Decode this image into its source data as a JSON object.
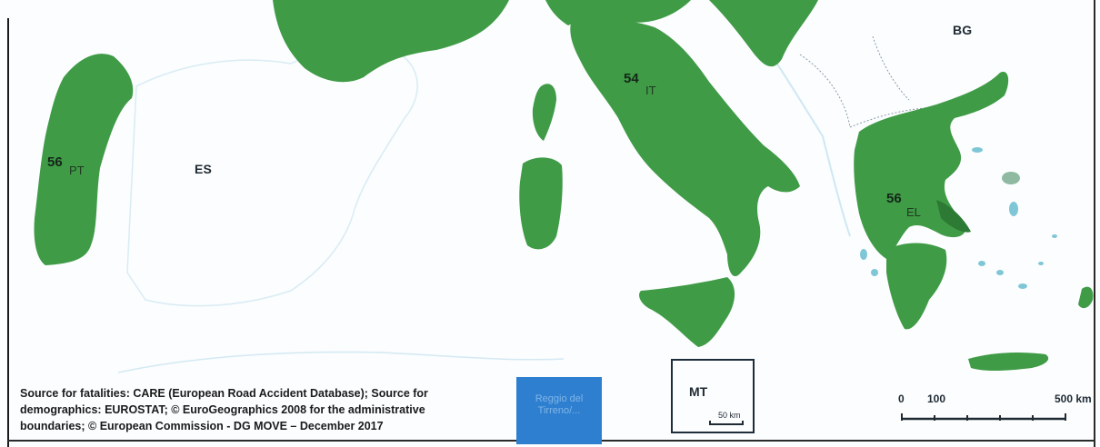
{
  "map": {
    "countries": [
      {
        "code": "PT",
        "value": "56",
        "highlighted": true
      },
      {
        "code": "ES",
        "value": "",
        "highlighted": false
      },
      {
        "code": "IT",
        "value": "54",
        "highlighted": true
      },
      {
        "code": "EL",
        "value": "56",
        "highlighted": true
      },
      {
        "code": "BG",
        "value": "",
        "highlighted": false
      },
      {
        "code": "MT",
        "value": "",
        "highlighted": false
      }
    ],
    "colors": {
      "highlight": "#3f9b45",
      "dark_highlight": "#2c7a33",
      "water": "#cfe8f2",
      "background": "#fbfdff",
      "legend_box": "#2f7fd0"
    },
    "source": {
      "line1": "Source for fatalities: CARE (European Road Accident Database); Source for",
      "line2": "demographics: EUROSTAT; © EuroGeographics 2008 for the administrative",
      "line3": "boundaries; © European Commission - DG MOVE – December 2017"
    },
    "legend_box": {
      "line1": "Reggio del",
      "line2": "Tirreno/..."
    },
    "inset": {
      "code": "MT",
      "scale_label": "50 km"
    },
    "scale": {
      "label_start": "0",
      "label_mid": "100",
      "label_end": "500 km"
    }
  }
}
